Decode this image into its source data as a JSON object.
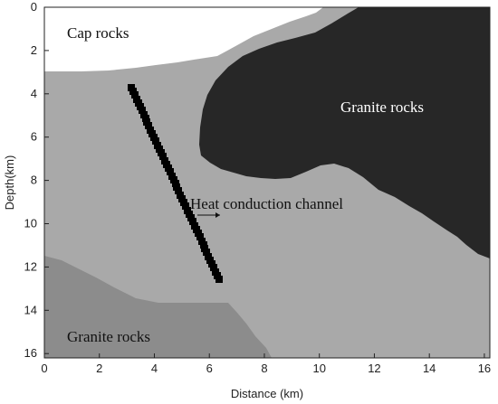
{
  "figure": {
    "xlabel": "Distance (km)",
    "ylabel": "Depth(km)",
    "xlim": [
      0,
      16.2
    ],
    "ylim": [
      0,
      16.2
    ],
    "y_axis_inverted": true,
    "xticks": [
      0,
      2,
      4,
      6,
      8,
      10,
      12,
      14,
      16
    ],
    "yticks": [
      0,
      2,
      4,
      6,
      8,
      10,
      12,
      14,
      16
    ]
  },
  "labels": {
    "cap_rocks": "Cap rocks",
    "granite_upper": "Granite rocks",
    "granite_lower": "Granite rocks",
    "channel": "Heat conduction channel"
  },
  "colors": {
    "cap_rocks": "#ffffff",
    "matrix": "#a9a9a9",
    "granite_upper": "#272727",
    "granite_lower": "#8c8c8c",
    "channel": "#000000",
    "text_dark": "#111111",
    "text_light": "#ffffff"
  }
}
